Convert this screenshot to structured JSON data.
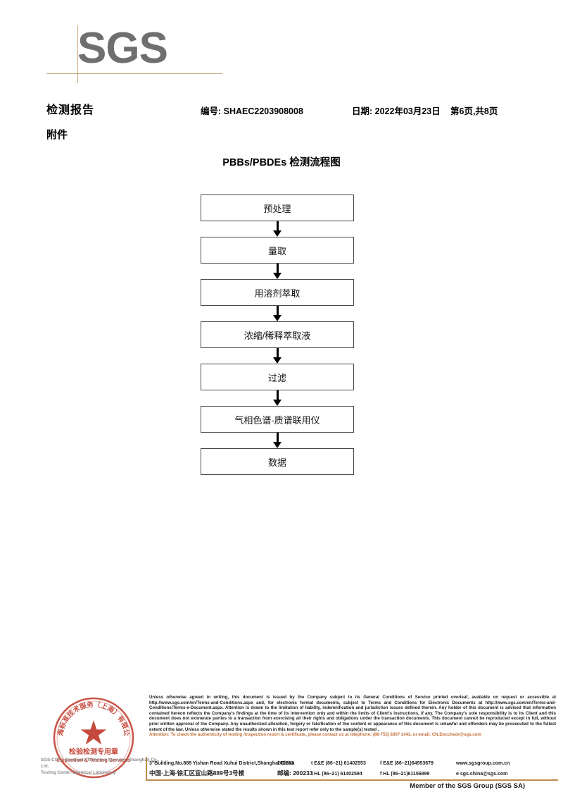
{
  "logo": {
    "text": "SGS"
  },
  "header": {
    "title": "检测报告",
    "subtitle": "附件",
    "report_no": "编号: SHAEC2203908008",
    "date": "日期: 2022年03月23日",
    "page": "第6页,共8页"
  },
  "flowchart": {
    "title": "PBBs/PBDEs 检测流程图",
    "steps": [
      {
        "label": "预处理"
      },
      {
        "label": "量取"
      },
      {
        "label": "用溶剂萃取"
      },
      {
        "label": "浓缩/稀释萃取液"
      },
      {
        "label": "过滤"
      },
      {
        "label": "气相色谱-质谱联用仪"
      },
      {
        "label": "数据"
      }
    ]
  },
  "stamp": {
    "outer_text": "上海标准技术服务（上海）有限公司",
    "line1": "检验检测专用章",
    "line2": "Inspection & Testing Services",
    "under_line1": "SGS-CSTC Standards Technical Services (Shanghai) Co., Ltd.",
    "under_line2": "Testing Center-Chemical Laboratory"
  },
  "footer": {
    "disclaimer": "Unless otherwise agreed in writing, this document is issued by the Company subject to its General Conditions of Service printed overleaf, available on request or accessible at http://www.sgs.com/en/Terms-and-Conditions.aspx and, for electronic format documents, subject to Terms and Conditions for Electronic Documents at http://www.sgs.com/en/Terms-and-Conditions/Terms-e-Document.aspx. Attention is drawn to the limitation of liability, indemnification and jurisdiction issues defined therein. Any holder of this document is advised that information contained hereon reflects the Company's findings at the time of its intervention only and within the limits of Client's instructions, if any. The Company's sole responsibility is to its Client and this document does not exonerate parties to a transaction from exercising all their rights and obligations under the transaction documents. This document cannot be reproduced except in full, without prior written approval of the Company. Any unauthorized alteration, forgery or falsification of the content or appearance of this document is unlawful and offenders may be prosecuted to the fullest extent of the law. Unless otherwise stated the results shown in this test report refer only to the sample(s) tested .",
    "attention": "Attention: To check the authenticity of testing /inspection report & certificate, please contact us at telephone: (86-755) 8307 1443, or email: CN.Doccheck@sgs.com",
    "attention_color": "#c2703a",
    "address_en": "3\"Building,No.889 Yishan Road Xuhui District,Shanghai China",
    "postcode_en": "200233",
    "address_cn": "中国·上海·徐汇区宜山路889号3号楼",
    "postcode_cn": "邮编: 200233",
    "tel_ee": "t E&E (86–21) 61402553",
    "fax_ee": "f E&E (86–21)64953679",
    "tel_hl": "t HL (86–21) 61402594",
    "fax_hl": "f HL (86–21)61156899",
    "website": "www.sgsgroup.com.cn",
    "email": "e sgs.china@sgs.com",
    "member": "Member of the SGS Group (SGS SA)"
  }
}
